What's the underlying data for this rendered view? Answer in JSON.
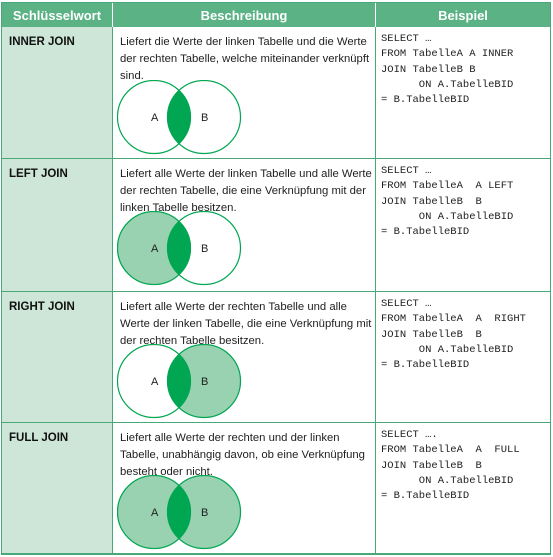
{
  "headers": {
    "keyword": "Schlüsselwort",
    "description": "Beschreibung",
    "example": "Beispiel"
  },
  "colors": {
    "header_bg": "#5bb285",
    "keyword_bg": "#cde6d7",
    "highlight_fill": "#00a651",
    "light_fill": "#98d2b0",
    "border": "#49a877"
  },
  "rows": [
    {
      "keyword": "INNER JOIN",
      "description": "Liefert die Werte der linken Tabelle und die Werte der rechten Tabelle, welche miteinander verknüpft sind.",
      "code": "SELECT …\nFROM TabelleA A INNER\nJOIN TabelleB B\n      ON A.TabelleBID\n= B.TabelleBID",
      "venn": {
        "label_a": "A",
        "label_b": "B",
        "shaded": "intersection"
      }
    },
    {
      "keyword": "LEFT JOIN",
      "description": "Liefert alle Werte der linken Tabelle und alle Werte der rechten Tabelle, die eine Verknüpfung mit der linken Tabelle besitzen.",
      "code": "SELECT …\nFROM TabelleA  A LEFT\nJOIN TabelleB  B\n      ON A.TabelleBID\n= B.TabelleBID",
      "venn": {
        "label_a": "A",
        "label_b": "B",
        "shaded": "left"
      }
    },
    {
      "keyword": "RIGHT JOIN",
      "description": "Liefert alle Werte der rechten Tabelle und alle Werte der linken Tabelle, die eine Verknüpfung mit der rechten Tabelle besitzen.",
      "code": "SELECT …\nFROM TabelleA  A  RIGHT\nJOIN TabelleB  B\n      ON A.TabelleBID\n= B.TabelleBID",
      "venn": {
        "label_a": "A",
        "label_b": "B",
        "shaded": "right"
      }
    },
    {
      "keyword": "FULL JOIN",
      "description": "Liefert alle Werte der rechten und der linken Tabelle, unabhängig davon, ob eine Verknüpfung besteht oder nicht.",
      "code": "SELECT ….\nFROM TabelleA  A  FULL\nJOIN TabelleB  B\n      ON A.TabelleBID\n= B.TabelleBID",
      "venn": {
        "label_a": "A",
        "label_b": "B",
        "shaded": "full"
      }
    }
  ]
}
